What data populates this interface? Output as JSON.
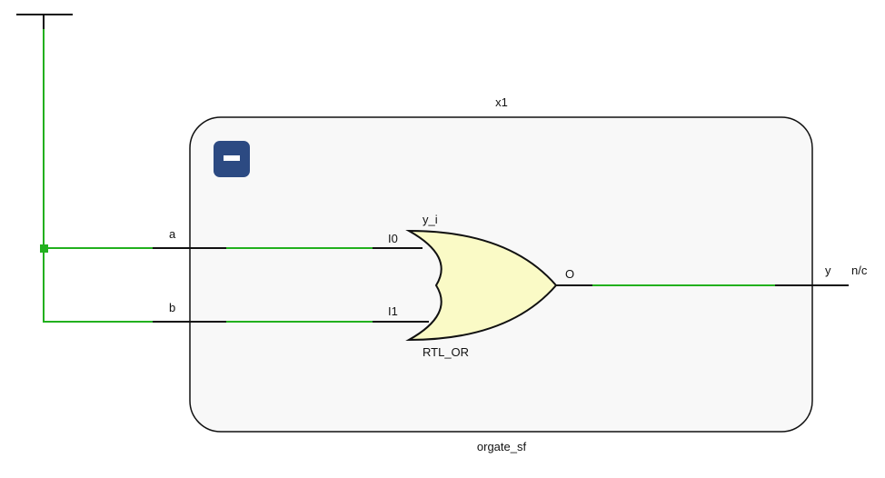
{
  "colors": {
    "net_green": "#22b01e",
    "wire_black": "#111111",
    "block_fill": "#f8f8f8",
    "block_stroke": "#111111",
    "gate_fill": "#fafac6",
    "button_fill": "#2c4a82"
  },
  "block": {
    "instance_name": "x1",
    "module_name": "orgate_sf",
    "collapse_icon": "minus-icon"
  },
  "ports": {
    "a": "a",
    "b": "b",
    "y": "y",
    "y_connection": "n/c"
  },
  "gate": {
    "instance_name": "y_i",
    "type_label": "RTL_OR",
    "pin_i0": "I0",
    "pin_i1": "I1",
    "pin_o": "O"
  }
}
